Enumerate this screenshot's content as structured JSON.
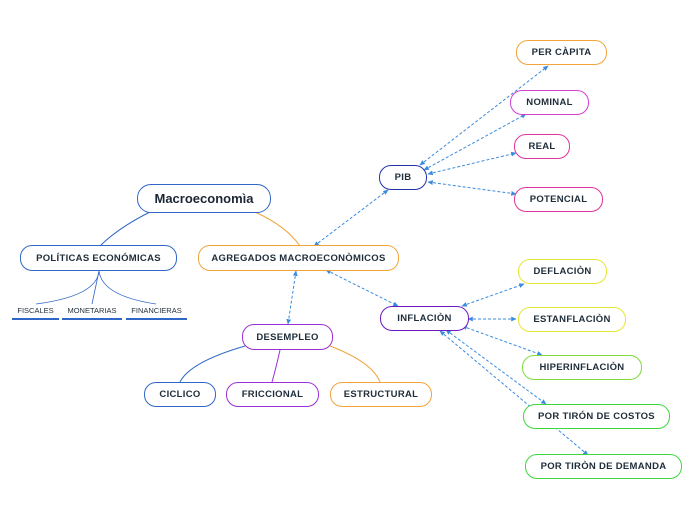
{
  "root": {
    "label": "Macroeconomìa",
    "color": "#2f67c7"
  },
  "policies": {
    "label": "POLÍTICAS ECONÓMICAS",
    "color": "#2f67c7",
    "items": [
      {
        "label": "FISCALES"
      },
      {
        "label": "MONETARIAS"
      },
      {
        "label": "FINANCIERAS"
      }
    ]
  },
  "aggregates": {
    "label": "AGREGADOS MACROECONÒMICOS",
    "color": "#f2a33a"
  },
  "pib": {
    "label": "PIB",
    "color": "#2233aa",
    "items": [
      {
        "label": "PER CÀPITA",
        "color": "#f2a33a"
      },
      {
        "label": "NOMINAL",
        "color": "#d43fd4"
      },
      {
        "label": "REAL",
        "color": "#e0339a"
      },
      {
        "label": "POTENCIAL",
        "color": "#e0339a"
      }
    ]
  },
  "inflation": {
    "label": "INFLACIÒN",
    "color": "#6a1bc2",
    "items": [
      {
        "label": "DEFLACIÒN",
        "color": "#e6e633"
      },
      {
        "label": "ESTANFLACIÒN",
        "color": "#e6e633"
      },
      {
        "label": "HIPERINFLACIÒN",
        "color": "#7edb3a"
      },
      {
        "label": "POR TIRÓN DE COSTOS",
        "color": "#3ed63e"
      },
      {
        "label": "POR TIRÒN DE DEMANDA",
        "color": "#3ed63e"
      }
    ]
  },
  "unemployment": {
    "label": "DESEMPLEO",
    "color": "#9b30d9",
    "items": [
      {
        "label": "CICLICO",
        "color": "#2f67c7"
      },
      {
        "label": "FRICCIONAL",
        "color": "#9b30d9"
      },
      {
        "label": "ESTRUCTURAL",
        "color": "#f2a33a"
      }
    ]
  },
  "link_color": "#3a8be0"
}
